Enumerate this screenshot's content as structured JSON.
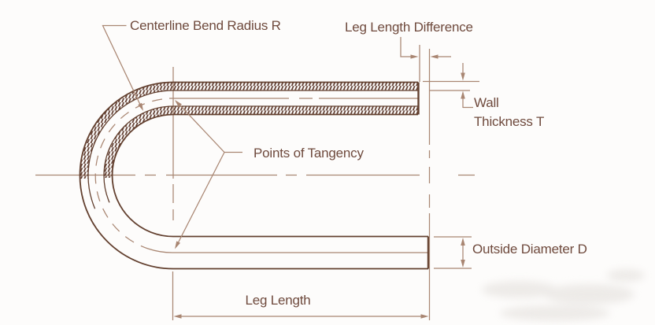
{
  "title": "U-bend tube dimension diagram",
  "colors": {
    "background": "#fdfcfb",
    "line_dark": "#63402f",
    "line_light": "#a98672",
    "hatch": "#5d392c",
    "text_color": "#6f4a3d",
    "smudge": "#ebe8e5"
  },
  "labels": {
    "centerline_bend_radius": "Centerline Bend Radius R",
    "leg_length_difference": "Leg Length Difference",
    "points_of_tangency": "Points of Tangency",
    "wall_thickness_line1": "Wall",
    "wall_thickness_line2": "Thickness T",
    "outside_diameter": "Outside Diameter D",
    "leg_length": "Leg Length"
  }
}
